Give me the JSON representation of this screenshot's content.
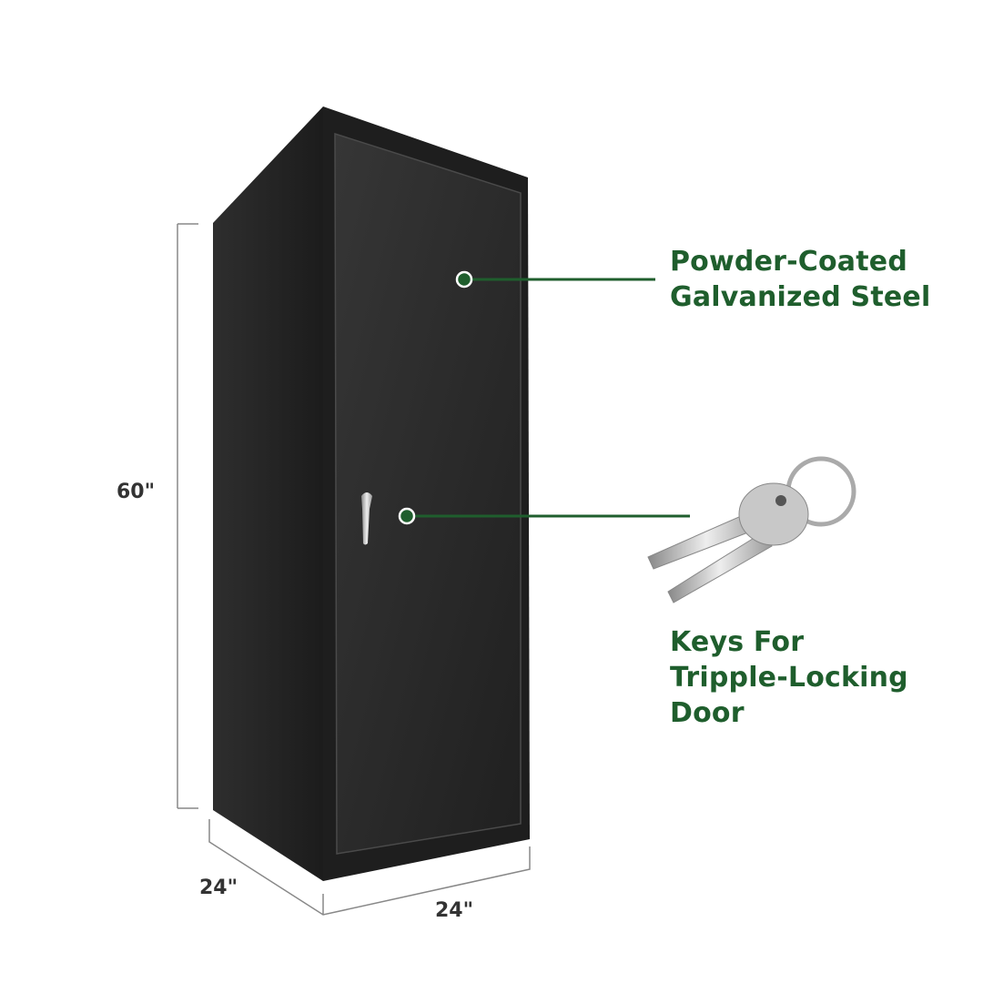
{
  "dimensions": {
    "height": "60\"",
    "depth": "24\"",
    "width": "24\""
  },
  "callouts": [
    {
      "lines": [
        "Powder-Coated",
        "Galvanized Steel"
      ]
    },
    {
      "lines": [
        "Keys For",
        "Tripple-Locking",
        "Door"
      ]
    }
  ],
  "colors": {
    "accent": "#1f5e2d",
    "cabinet": "#262626",
    "dimension_line": "#888888"
  }
}
